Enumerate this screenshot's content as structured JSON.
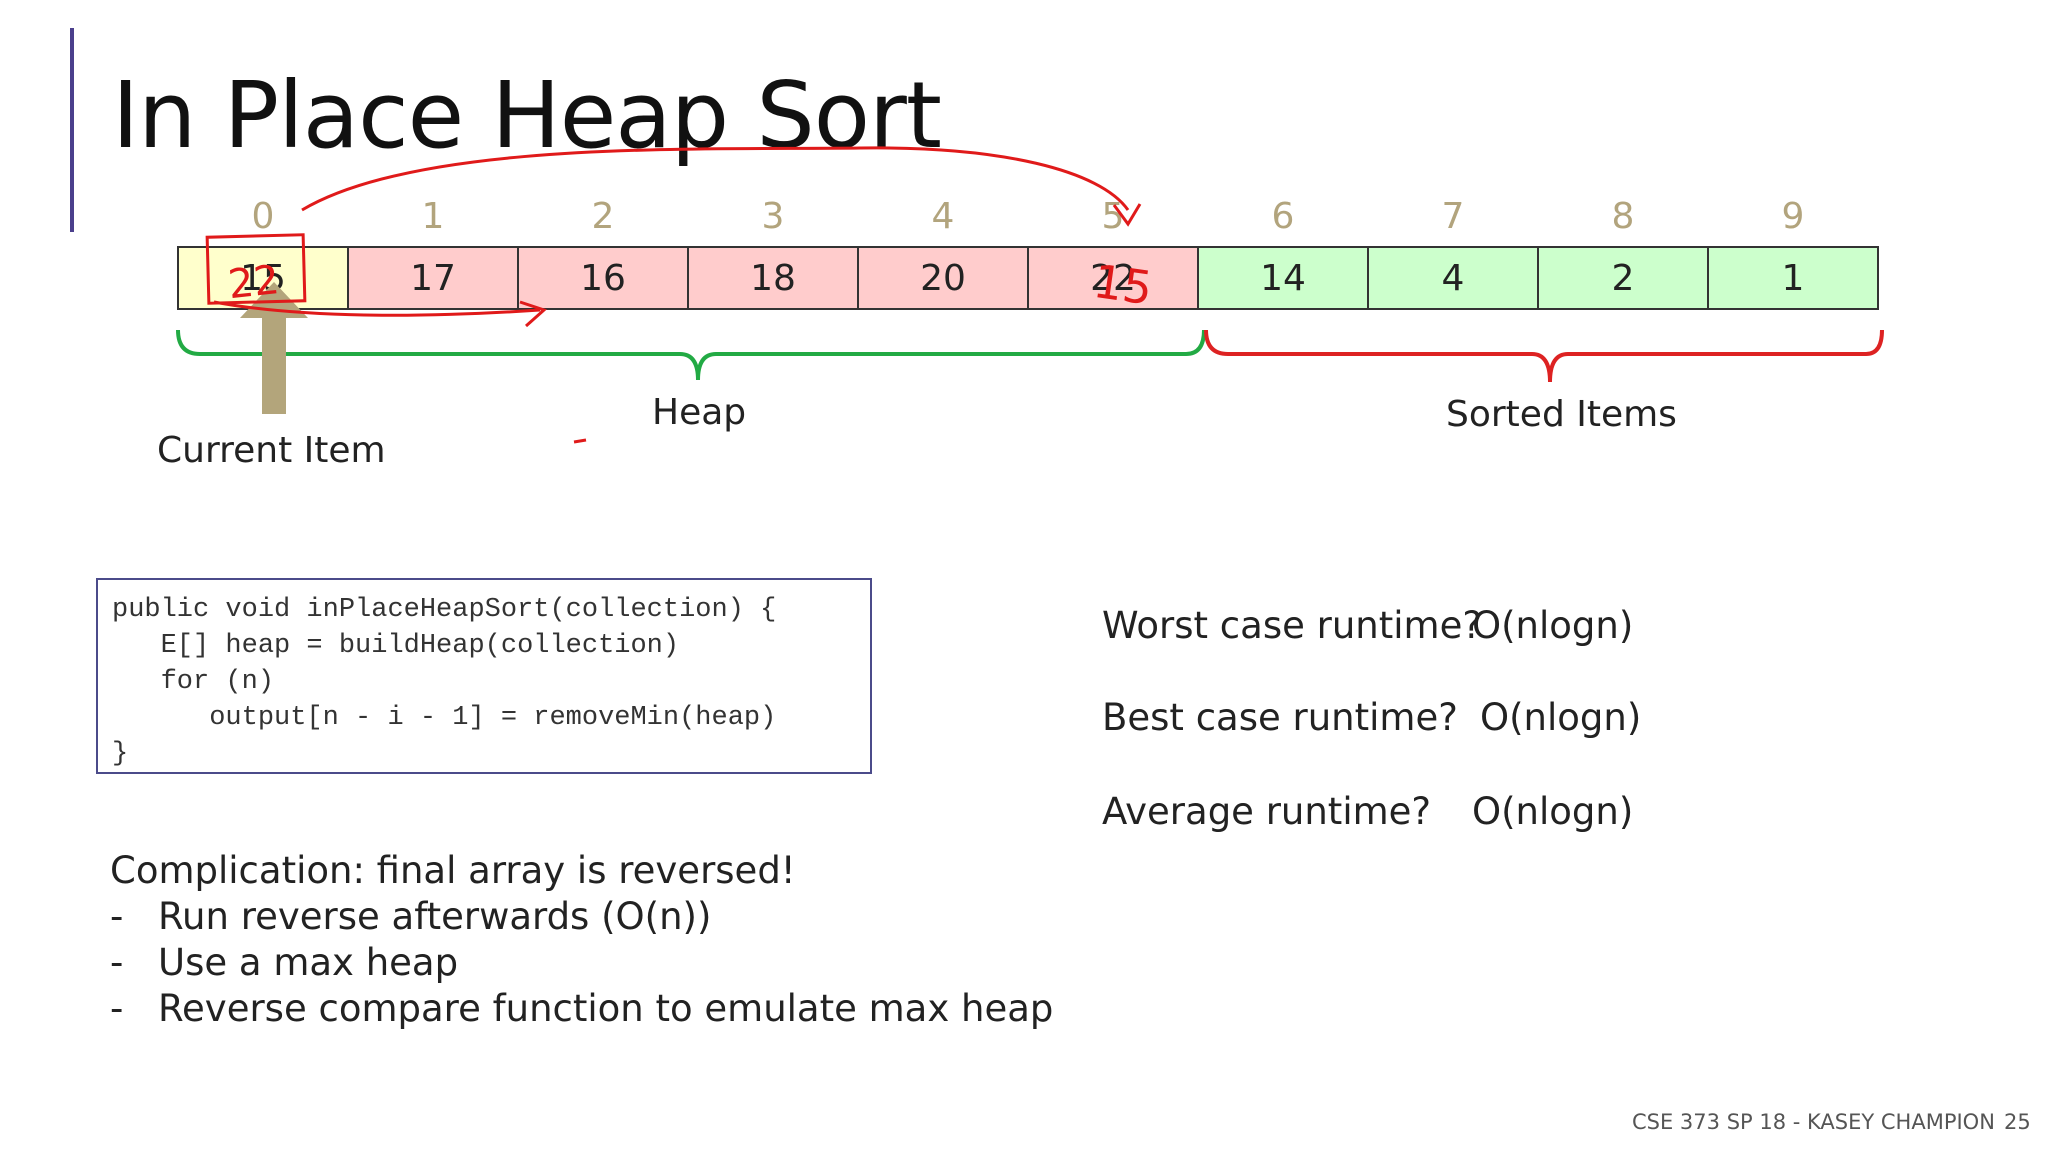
{
  "slide": {
    "title": "In Place Heap Sort",
    "footer_course": "CSE 373 SP 18 - KASEY CHAMPION",
    "page_number": "25",
    "accent_color": "#4b3f8c"
  },
  "array": {
    "indices": [
      "0",
      "1",
      "2",
      "3",
      "4",
      "5",
      "6",
      "7",
      "8",
      "9"
    ],
    "values": [
      "15",
      "17",
      "16",
      "18",
      "20",
      "22",
      "14",
      "4",
      "2",
      "1"
    ],
    "roles": [
      "current",
      "heap",
      "heap",
      "heap",
      "heap",
      "heap",
      "sorted",
      "sorted",
      "sorted",
      "sorted"
    ],
    "colors": {
      "current": "#ffffcc",
      "heap": "#ffcccc",
      "sorted": "#ccffcc"
    }
  },
  "labels": {
    "heap": "Heap",
    "sorted": "Sorted Items",
    "current_item": "Current Item"
  },
  "code": {
    "lines": [
      "public void inPlaceHeapSort(collection) {",
      "   E[] heap = buildHeap(collection)",
      "   for (n)",
      "      output[n - i - 1] = removeMin(heap)",
      "}"
    ]
  },
  "runtimes": [
    {
      "question": "Worst case runtime?",
      "answer": "O(nlogn)"
    },
    {
      "question": "Best case runtime?",
      "answer": "O(nlogn)"
    },
    {
      "question": "Average runtime?",
      "answer": "O(nlogn)"
    }
  ],
  "notes": {
    "heading": "Complication: final array is reversed!",
    "bullets": [
      "Run reverse afterwards (O(n))",
      "Use a max heap",
      "Reverse compare function to emulate max heap"
    ]
  },
  "annotations": {
    "handwritten_values": [
      "22",
      "15"
    ]
  }
}
